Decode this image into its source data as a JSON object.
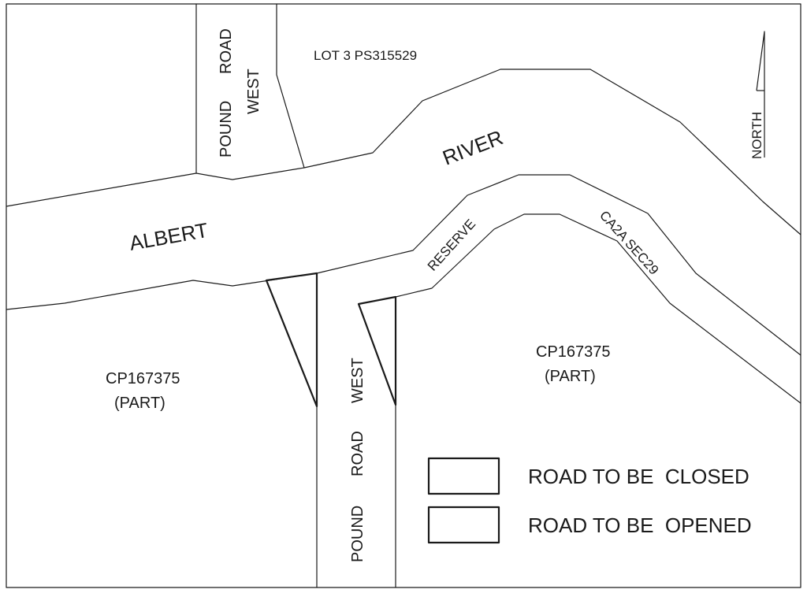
{
  "labels": {
    "lot": "LOT 3 PS315529",
    "pound_top_line1": "POUND",
    "pound_top_line2": "ROAD",
    "pound_top_line3": "WEST",
    "river": "RIVER",
    "albert": "ALBERT",
    "reserve": "RESERVE",
    "ca2a": "CA2A SEC29",
    "north": "NORTH",
    "cp_left_line1": "CP167375",
    "cp_left_line2": "(PART)",
    "cp_right_line1": "CP167375",
    "cp_right_line2": "(PART)",
    "pound_bottom_line1": "POUND",
    "pound_bottom_line2": "ROAD",
    "pound_bottom_line3": "WEST"
  },
  "legend": {
    "closed_label": "ROAD TO BE  CLOSED",
    "opened_label": "ROAD TO BE  OPENED"
  },
  "colors": {
    "ink": "#1a1a1a",
    "background": "#ffffff"
  }
}
